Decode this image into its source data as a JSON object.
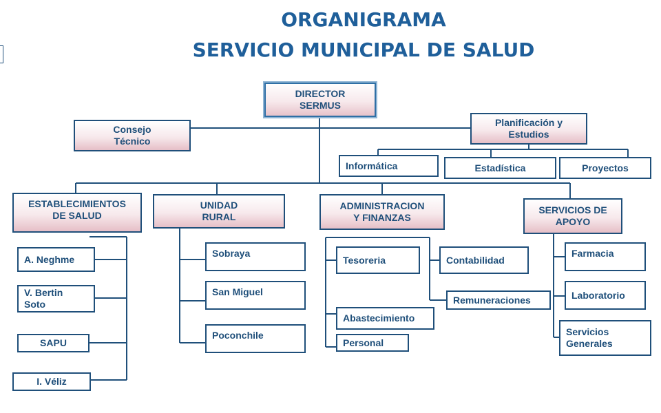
{
  "title": {
    "line1": "ORGANIGRAMA",
    "line2": "SERVICIO MUNICIPAL DE SALUD"
  },
  "nodes": {
    "director": "DIRECTOR\nSERMUS",
    "consejo": "Consejo\nTécnico",
    "planificacion": "Planificación y\nEstudios",
    "informatica": "Informática",
    "estadistica": "Estadística",
    "proyectos": "Proyectos",
    "establecimientos": "ESTABLECIMIENTOS\nDE SALUD",
    "unidad_rural": "UNIDAD\nRURAL",
    "administracion": "ADMINISTRACION\nY FINANZAS",
    "servicios_apoyo": "SERVICIOS DE\nAPOYO",
    "neghme": "A. Neghme",
    "bertin": "V. Bertin\nSoto",
    "sapu": "SAPU",
    "veliz": "I. Véliz",
    "sobraya": "Sobraya",
    "san_miguel": "San Miguel",
    "poconchile": "Poconchile",
    "tesoreria": "Tesoreria",
    "contabilidad": "Contabilidad",
    "remuneraciones": "Remuneraciones",
    "abastecimiento": "Abastecimiento",
    "personal": "Personal",
    "farmacia": "Farmacia",
    "laboratorio": "Laboratorio",
    "servicios_generales": "Servicios\nGenerales"
  },
  "colors": {
    "line": "#1f4f7a",
    "title": "#1f5f9a",
    "box_gradient_bottom": "#e6bfc7"
  }
}
